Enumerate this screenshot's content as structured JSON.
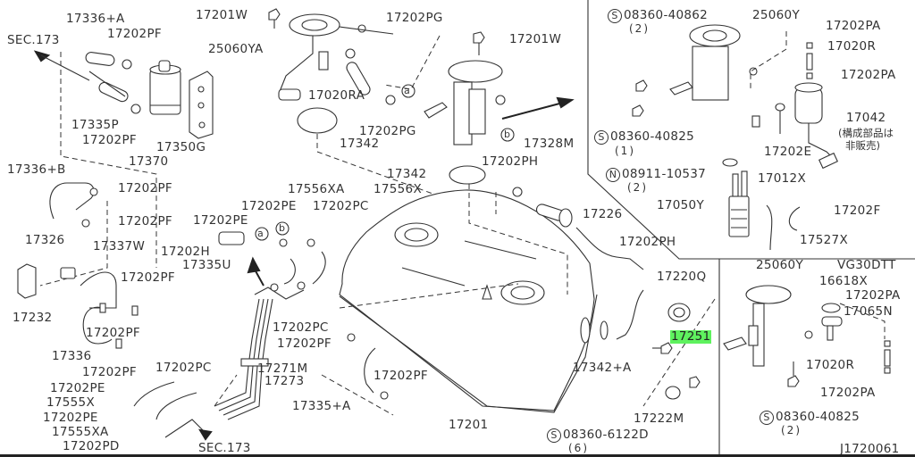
{
  "diagram": {
    "title": "Fuel Tank Assembly Parts Diagram",
    "code": "J1720061",
    "highlight_color": "#5ef25e",
    "section_refs": [
      "SEC.173",
      "SEC.173"
    ],
    "variant_label": "VG30DTT",
    "callouts": {
      "a": "a",
      "b": "b",
      "s": "S",
      "n": "N"
    },
    "labels": {
      "l17336A": "17336+A",
      "l17202PF_1": "17202PF",
      "lSEC173_top": "SEC.173",
      "l17335P": "17335P",
      "l17202PF_2": "17202PF",
      "l17350G": "17350G",
      "l17370": "17370",
      "l17201W_1": "17201W",
      "l25060YA": "25060YA",
      "l17202PG_1": "17202PG",
      "l17020RA": "17020RA",
      "l17342_1": "17342",
      "l17202PG_2": "17202PG",
      "l17201W_2": "17201W",
      "l17328M": "17328M",
      "l17202PH_1": "17202PH",
      "l17342_2": "17342",
      "l17336B": "17336+B",
      "l17202PF_3": "17202PF",
      "l17202PF_4": "17202PF",
      "l17326": "17326",
      "l17337W": "17337W",
      "l17202PF_5": "17202PF",
      "l17232": "17232",
      "l17202PF_6": "17202PF",
      "l17336": "17336",
      "l17202PF_7": "17202PF",
      "l17556XA": "17556XA",
      "l17556X": "17556X",
      "l17202PE_1": "17202PE",
      "l17202PC_1": "17202PC",
      "l17202PE_2": "17202PE",
      "l17202H": "17202H",
      "l17335U": "17335U",
      "l17202PC_2": "17202PC",
      "l17202PF_8": "17202PF",
      "l17202PC_3": "17202PC",
      "l17271M": "17271M",
      "l17273": "17273",
      "l17202PE_3": "17202PE",
      "l17555X": "17555X",
      "l17202PE_4": "17202PE",
      "l17555XA": "17555XA",
      "l17202PD": "17202PD",
      "lSEC173_bottom": "SEC.173",
      "l17335A": "17335+A",
      "l17202PF_9": "17202PF",
      "l17201": "17201",
      "l17226": "17226",
      "l17202PH_2": "17202PH",
      "l17220Q": "17220Q",
      "l17251": "17251",
      "l17342A": "17342+A",
      "l17222M": "17222M",
      "l08360_6122D": "08360-6122D",
      "q6": "(6)",
      "l08360_40862": "08360-40862",
      "q2a": "(2)",
      "l25060Y_1": "25060Y",
      "l17202PA_1": "17202PA",
      "l17020R_1": "17020R",
      "l17202PA_2": "17202PA",
      "l17042": "17042",
      "jp_note_1": "(構成部品は",
      "jp_note_2": "非販売)",
      "l08360_40825_1": "08360-40825",
      "q1": "(1)",
      "l17202E": "17202E",
      "l08911_10537": "08911-10537",
      "q2b": "(2)",
      "l17012X": "17012X",
      "l17050Y": "17050Y",
      "l17202F": "17202F",
      "l17527X": "17527X",
      "l25060Y_2": "25060Y",
      "lVG30DTT": "VG30DTT",
      "l16618X": "16618X",
      "l17202PA_3": "17202PA",
      "l17065N": "17065N",
      "l17020R_2": "17020R",
      "l17202PA_4": "17202PA",
      "l08360_40825_2": "08360-40825",
      "q2c": "(2)",
      "lJ1720061": "J1720061"
    }
  }
}
